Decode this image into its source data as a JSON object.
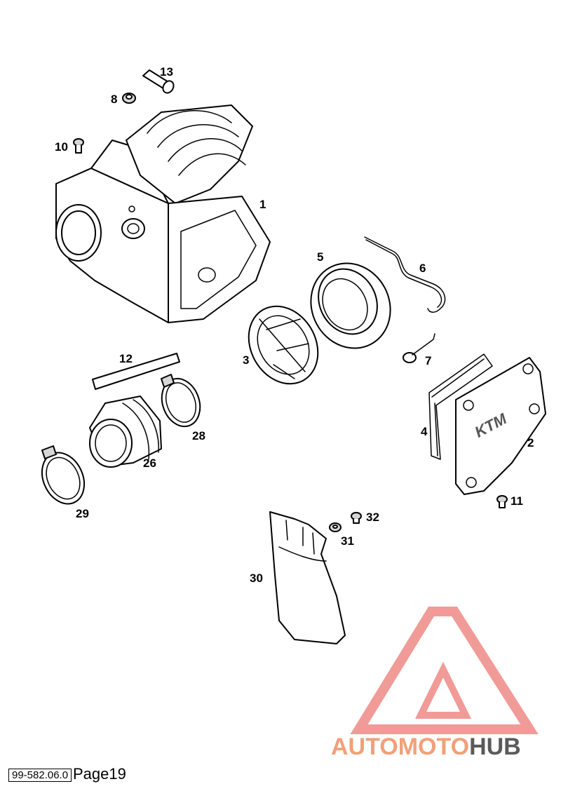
{
  "diagram": {
    "callouts": [
      {
        "id": "13",
        "label": "13"
      },
      {
        "id": "8",
        "label": "8"
      },
      {
        "id": "10",
        "label": "10"
      },
      {
        "id": "1",
        "label": "1"
      },
      {
        "id": "5",
        "label": "5"
      },
      {
        "id": "6",
        "label": "6"
      },
      {
        "id": "12",
        "label": "12"
      },
      {
        "id": "3",
        "label": "3"
      },
      {
        "id": "7",
        "label": "7"
      },
      {
        "id": "4",
        "label": "4"
      },
      {
        "id": "2",
        "label": "2"
      },
      {
        "id": "28",
        "label": "28"
      },
      {
        "id": "26",
        "label": "26"
      },
      {
        "id": "29",
        "label": "29"
      },
      {
        "id": "11",
        "label": "11"
      },
      {
        "id": "32",
        "label": "32"
      },
      {
        "id": "31",
        "label": "31"
      },
      {
        "id": "30",
        "label": "30"
      }
    ],
    "cover_logo_text": "KTM"
  },
  "footer": {
    "doc_code": "99-582.06.0",
    "page_label": "Page19"
  },
  "watermark": {
    "part1": "AUTOMOTO",
    "part2": "HUB",
    "color_light": "#f2a07a",
    "color_dark": "#5a5a5a",
    "triangle_color": "#ee8a86"
  }
}
